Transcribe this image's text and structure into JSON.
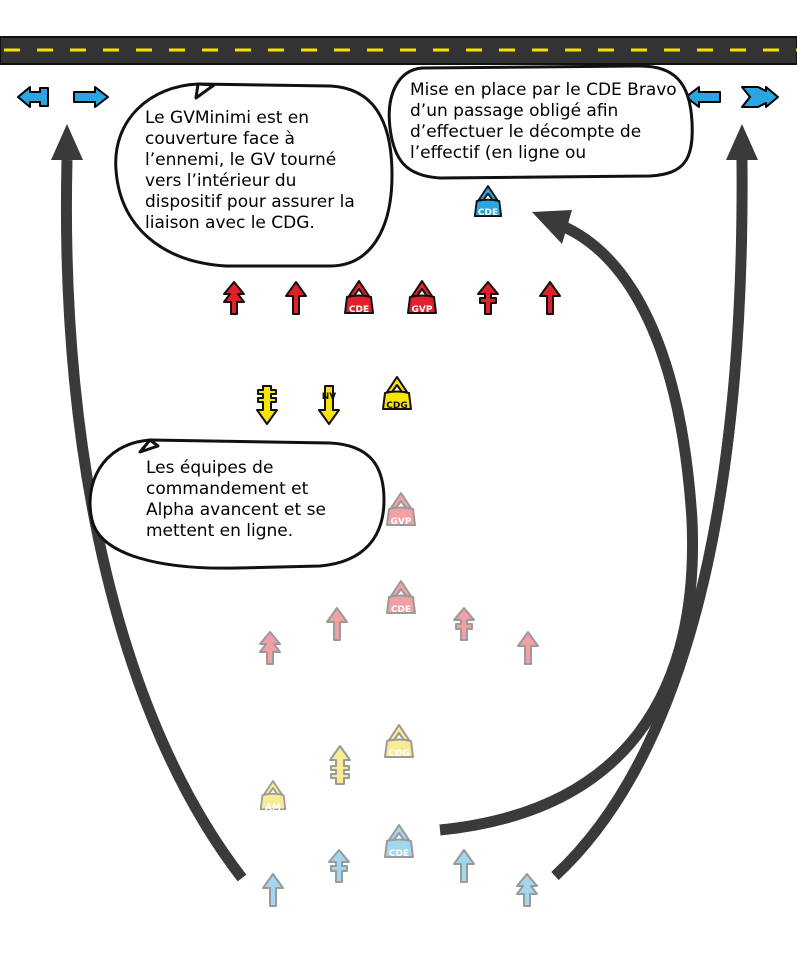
{
  "road": {
    "color": "#333333",
    "line_color": "#f5e000"
  },
  "bubbles": {
    "gv_minimi": "Le GVMinimi est en couverture face à l’ennemi, le GV tourné vers l’intérieur du dispositif pour assurer la liaison avec le CDG.",
    "cde_bravo": "Mise en place par le CDE Bravo d’un passage obligé afin d’effectuer le décompte de l’effectif (en ligne ou",
    "command_alpha": "Les équipes de commandement et Alpha avancent et se mettent en ligne."
  },
  "colors": {
    "red": "#e0202a",
    "yellow": "#f5e500",
    "blue": "#2aa5df",
    "faded_red": "#f3a0a4",
    "faded_yellow": "#f7eb96",
    "faded_blue": "#a3d6f0",
    "path": "#3a3a3a"
  },
  "labels": {
    "cde": "CDE",
    "gvp": "GVP",
    "cdg": "CDG",
    "nv": "NV",
    "am": "AM"
  }
}
